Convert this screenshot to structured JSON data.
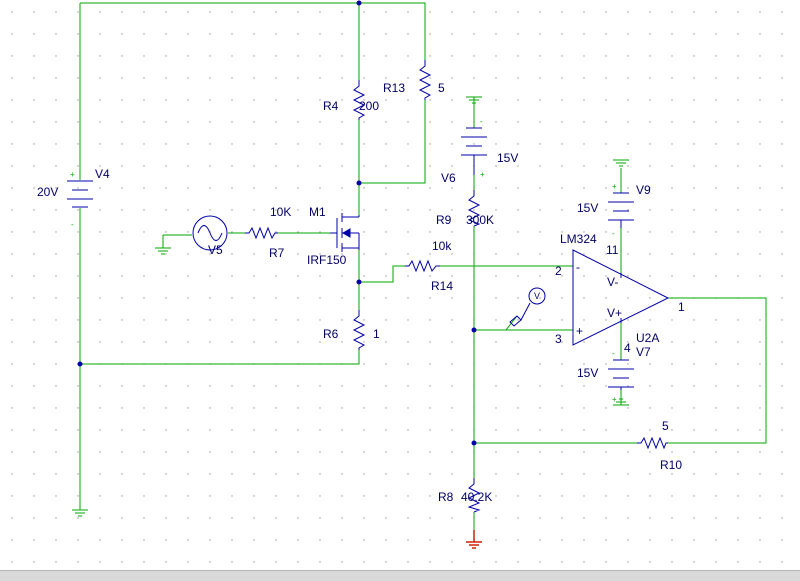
{
  "labels": {
    "v4": "V4",
    "v4_val": "20V",
    "r13": "R13",
    "r13_val": "5",
    "r4": "R4",
    "r4_val": "200",
    "m1": "M1",
    "m1_part": "IRF150",
    "r7": "R7",
    "r7_val": "10K",
    "v5": "V5",
    "r6": "R6",
    "r6_val": "1",
    "v6": "V6",
    "v6_val": "15V",
    "r9": "R9",
    "r9_val": "300K",
    "r14": "R14",
    "r14_val": "10k",
    "lm324": "LM324",
    "v9": "V9",
    "v9_val": "15V",
    "pin_11": "11",
    "pin_2": "2",
    "pin_3": "3",
    "pin_1": "1",
    "pin_4": "4",
    "vminus": "V-",
    "vplus": "V+",
    "minus_sign": "-",
    "plus_sign": "+",
    "u2a": "U2A",
    "v7": "V7",
    "v7_val": "15V",
    "r10": "R10",
    "r10_val": "5",
    "r8": "R8",
    "r8_val": "40.2K",
    "probe": "V"
  },
  "colors": {
    "wire": "#00aa00",
    "component": "#0000aa",
    "text": "#000066",
    "ground_ref": "#cc2200",
    "grid": "#999999"
  }
}
